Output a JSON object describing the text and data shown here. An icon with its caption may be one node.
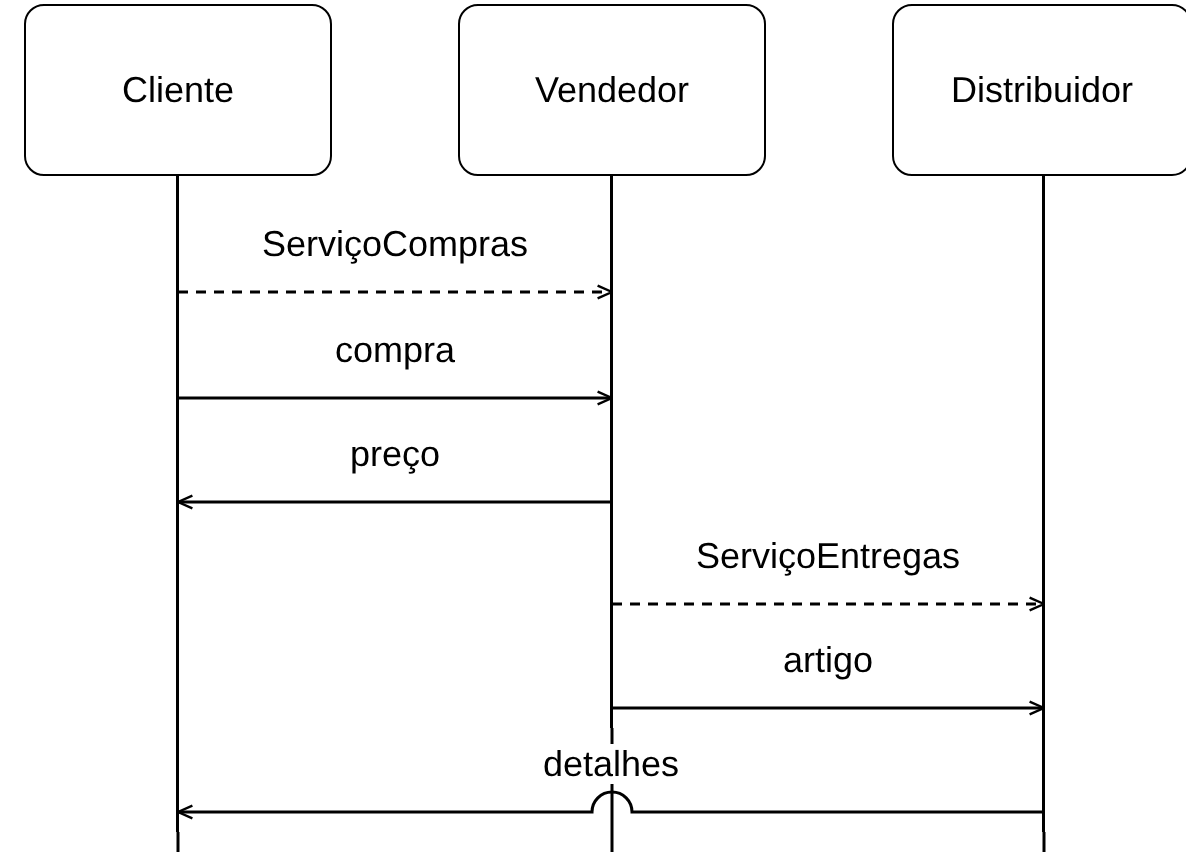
{
  "diagram": {
    "nodes": [
      {
        "text": [
          "Cliente"
        ]
      },
      {
        "text": [
          "Vendedor"
        ]
      },
      {
        "text": [
          "Distribuidor"
        ]
      }
    ],
    "edges": [
      {
        "from": 0,
        "to": 1,
        "arrow": "to",
        "label": "ServiçoCompras",
        "style": "dashed"
      },
      {
        "from": 0,
        "to": 1,
        "arrow": "to",
        "label": "compra"
      },
      {
        "from": 1,
        "to": 0,
        "arrow": "to",
        "label": "preço"
      },
      {
        "from": 1,
        "to": 2,
        "arrow": "to",
        "label": "ServiçoEntregas",
        "style": "dashed"
      },
      {
        "from": 1,
        "to": 2,
        "arrow": "to",
        "label": "artigo"
      },
      {
        "from": 2,
        "to": 0,
        "arrow": "to",
        "label": "detalhes"
      }
    ]
  }
}
